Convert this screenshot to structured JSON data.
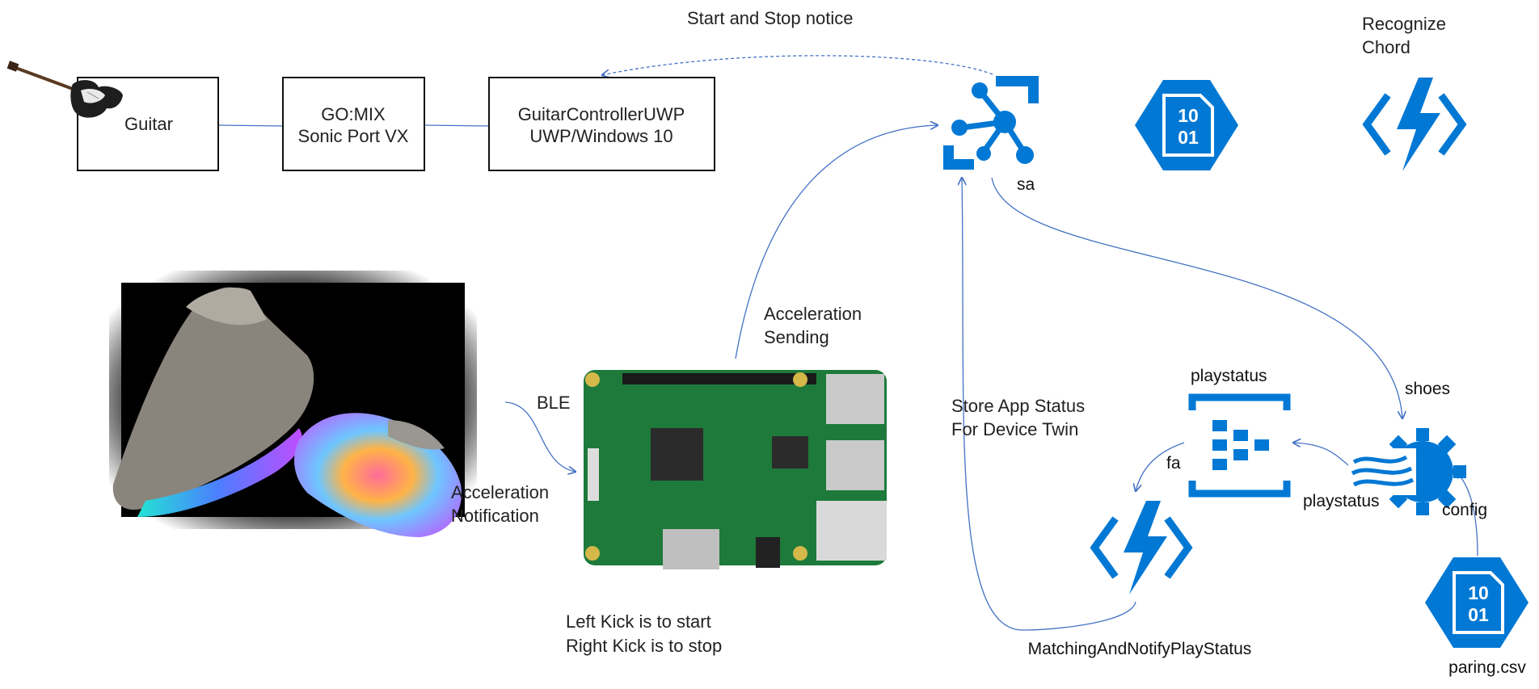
{
  "nodes": {
    "guitar": "Guitar",
    "gomix_line1": "GO:MIX",
    "gomix_line2": "Sonic Port VX",
    "uwp_line1": "GuitarControllerUWP",
    "uwp_line2": "UWP/Windows 10",
    "iothub": "sa",
    "recognize_line1": "Recognize",
    "recognize_line2": "Chord",
    "eventhub": "playstatus",
    "stream_analytics_in": "shoes",
    "stream_analytics_out": "playstatus",
    "stream_analytics_ref": "config",
    "function": "MatchingAndNotifyPlayStatus",
    "function_trigger": "fa",
    "blob_file": "paring.csv",
    "blob_icon_text_1": "10",
    "blob_icon_text_2": "01"
  },
  "edges": {
    "start_stop": "Start and Stop notice",
    "accel_send_1": "Acceleration",
    "accel_send_2": "Sending",
    "ble": "BLE",
    "accel_notify_1": "Acceleration",
    "accel_notify_2": "Notification",
    "store_status_1": "Store App Status",
    "store_status_2": "For Device Twin"
  },
  "notes": {
    "kick_1": "Left Kick is to start",
    "kick_2": "Right Kick  is to stop"
  },
  "colors": {
    "azure": "#0078d4",
    "edge": "#4472c4"
  }
}
